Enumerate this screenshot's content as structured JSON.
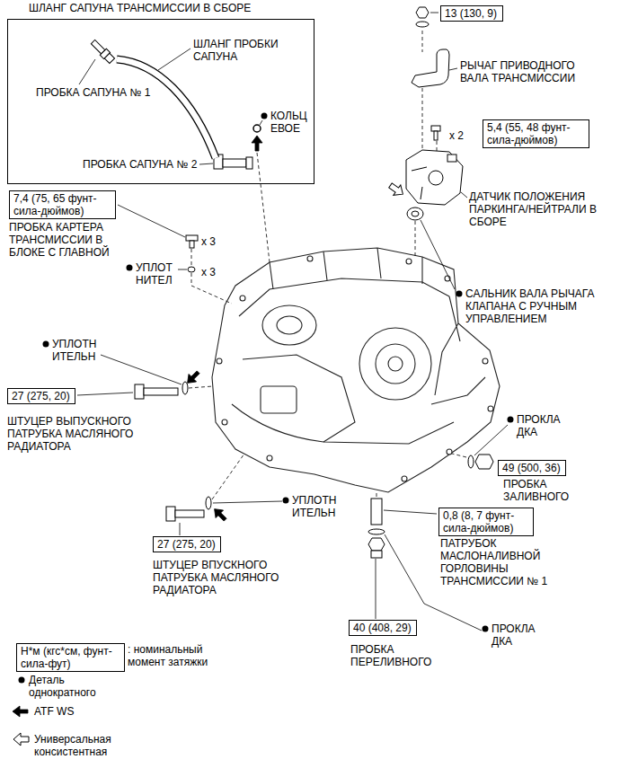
{
  "diagram": {
    "nodes": [
      {
        "text": [
          "ШЛАНГ САПУНА ТРАНСМИССИИ В СБОРЕ"
        ]
      },
      {
        "text": [
          "13 (130, 9)"
        ]
      },
      {
        "text": [
          "5,4 (55, 48 фунт-сила-дюймов)"
        ]
      },
      {
        "text": [
          "7,4 (75, 65 фунт-сила-дюймов)"
        ]
      },
      {
        "text": [
          "27 (275, 20)"
        ]
      },
      {
        "text": [
          "49 (500, 36)"
        ]
      },
      {
        "text": [
          "0,8 (8, 7 фунт-сила-дюймов)"
        ]
      },
      {
        "text": [
          "27 (275, 20)"
        ]
      },
      {
        "text": [
          "40 (408, 29)"
        ]
      },
      {
        "text": [
          "Н*м (кгс*см, фунт-сила-фут)"
        ]
      }
    ],
    "labels": [
      "ШЛАНГ ПРОБКИ САПУНА",
      "ПРОБКА САПУНА № 1",
      "КОЛЬЦ ЕВОЕ",
      "ПРОБКА САПУНА № 2",
      "РЫЧАГ ПРИВОДНОГО ВАЛА ТРАНСМИССИИ",
      "x 2",
      "ДАТЧИК ПОЛОЖЕНИЯ ПАРКИНГА/НЕЙТРАЛИ В СБОРЕ",
      "ПРОБКА КАРТЕРА ТРАНСМИССИИ В БЛОКЕ С ГЛАВНОЙ",
      "x 3",
      "УПЛОТ НИТЕЛ",
      "x 3",
      "САЛЬНИК ВАЛА РЫЧАГА КЛАПАНА С РУЧНЫМ УПРАВЛЕНИЕМ",
      "УПЛОТН ИТЕЛЬН",
      "ШТУЦЕР ВЫПУСКНОГО ПАТРУБКА МАСЛЯНОГО РАДИАТОРА",
      "ПРОКЛА ДКА",
      "ПРОБКА ЗАЛИВНОГО",
      "УПЛОТН ИТЕЛЬН",
      "ПАТРУБОК МАСЛОНАЛИВНОЙ ГОРЛОВИНЫ ТРАНСМИССИИ № 1",
      "ШТУЦЕР ВПУСКНОГО ПАТРУБКА МАСЛЯНОГО РАДИАТОРА",
      "ПРОКЛА ДКА",
      "ПРОБКА ПЕРЕЛИВНОГО"
    ],
    "legend": [
      {
        "text": ": номинальный момент затяжки"
      },
      {
        "text": "Деталь однократного"
      },
      {
        "text": "ATF WS"
      },
      {
        "text": "Универсальная консистентная"
      }
    ]
  }
}
